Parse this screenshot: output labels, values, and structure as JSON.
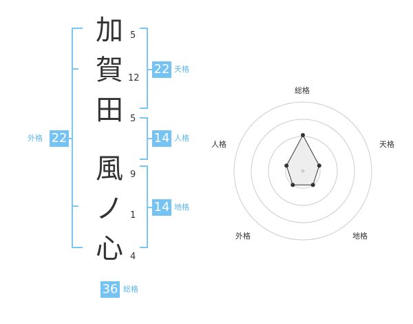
{
  "name": {
    "characters": [
      {
        "char": "加",
        "strokes": "5"
      },
      {
        "char": "賀",
        "strokes": "12"
      },
      {
        "char": "田",
        "strokes": "5"
      },
      {
        "char": "風",
        "strokes": "9"
      },
      {
        "char": "ノ",
        "strokes": "1"
      },
      {
        "char": "心",
        "strokes": "4"
      }
    ]
  },
  "fortunes": {
    "tenkaku": {
      "value": "22",
      "label": "天格"
    },
    "jinkaku": {
      "value": "14",
      "label": "人格"
    },
    "chikaku": {
      "value": "14",
      "label": "地格"
    },
    "gaikaku": {
      "value": "22",
      "label": "外格"
    },
    "soukaku": {
      "value": "36",
      "label": "総格"
    }
  },
  "radar": {
    "axes": [
      "総格",
      "天格",
      "地格",
      "外格",
      "人格"
    ],
    "rings": 4,
    "values": [
      0.52,
      0.25,
      0.25,
      0.25,
      0.25
    ],
    "colors": {
      "ring": "#cccccc",
      "fill": "#eeeeee",
      "line": "#333333",
      "point": "#333333"
    }
  },
  "colors": {
    "accent": "#74c3f3",
    "bracket": "#7cc5f2"
  }
}
